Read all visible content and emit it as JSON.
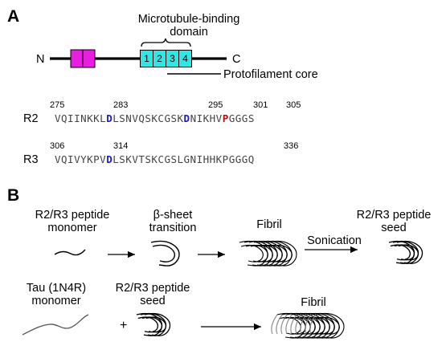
{
  "panel_a": {
    "label": "A",
    "mtbd_label_line1": "Microtubule-binding",
    "mtbd_label_line2": "domain",
    "n_term": "N",
    "c_term": "C",
    "repeats": [
      "1",
      "2",
      "3",
      "4"
    ],
    "core_label": "Protofilament core",
    "r2": {
      "name": "R2",
      "nums": [
        "275",
        "283",
        "295",
        "301",
        "305"
      ],
      "seq_segments": [
        {
          "t": "VQIINKKL",
          "c": ""
        },
        {
          "t": "D",
          "c": "blue"
        },
        {
          "t": "LSNVQSKCGSK",
          "c": ""
        },
        {
          "t": "D",
          "c": "blue"
        },
        {
          "t": "NIKHV",
          "c": ""
        },
        {
          "t": "P",
          "c": "red"
        },
        {
          "t": "GGGS",
          "c": ""
        }
      ]
    },
    "r3": {
      "name": "R3",
      "nums": [
        "306",
        "314",
        "336"
      ],
      "seq_segments": [
        {
          "t": "VQIVYKPV",
          "c": ""
        },
        {
          "t": "D",
          "c": "blue"
        },
        {
          "t": "LSKVTSKCGSLGNIHHKPGGGQ",
          "c": ""
        }
      ]
    },
    "colors": {
      "n_domain": "#e81ee0",
      "repeat": "#2ee8e6",
      "acidic": "#1a1acc",
      "proline": "#d40000"
    }
  },
  "panel_b": {
    "label": "B",
    "row1": {
      "monomer": [
        "R2/R3 peptide",
        "monomer"
      ],
      "transition": [
        "β-sheet",
        "transition"
      ],
      "fibril": "Fibril",
      "sonication": "Sonication",
      "seed": [
        "R2/R3 peptide",
        "seed"
      ]
    },
    "row2": {
      "monomer": [
        "Tau (1N4R)",
        "monomer"
      ],
      "plus": "+",
      "seed": [
        "R2/R3 peptide",
        "seed"
      ],
      "fibril": "Fibril"
    }
  }
}
